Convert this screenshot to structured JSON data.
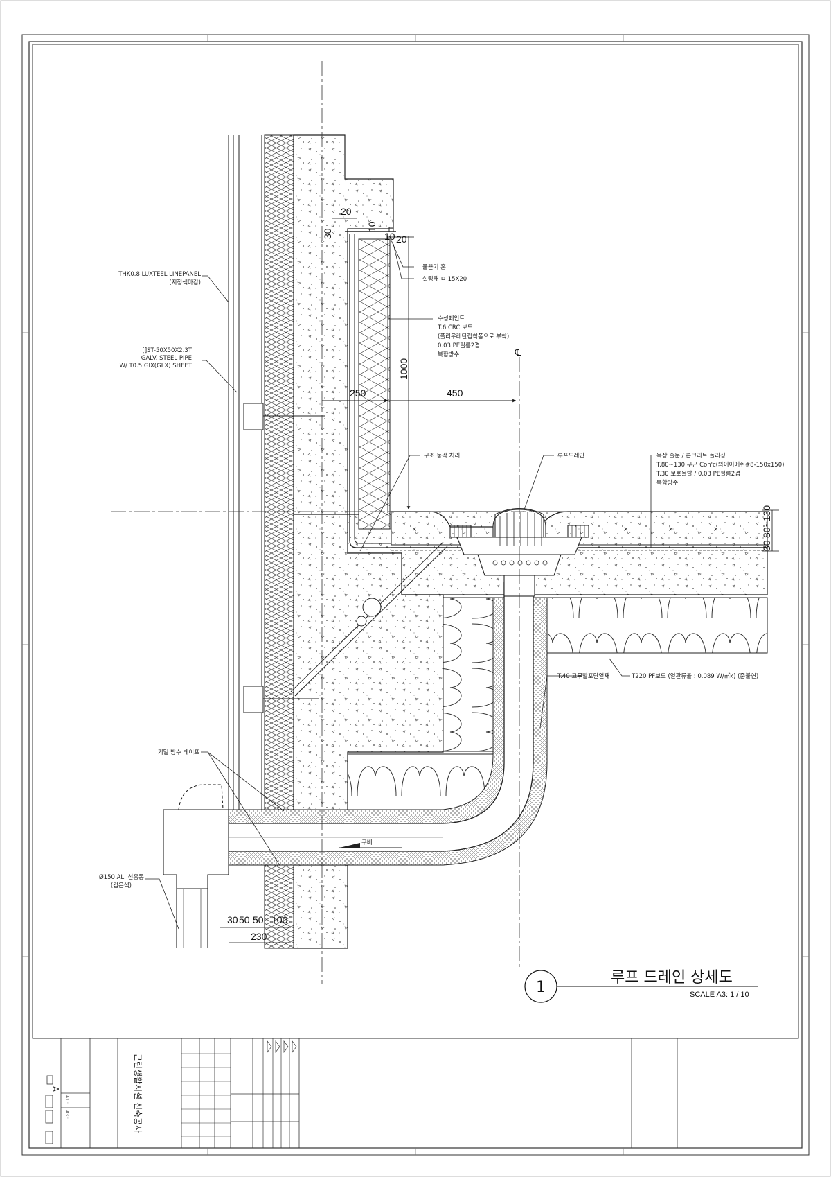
{
  "drawing": {
    "labels": {
      "panel_line1": "THK0.8 LUXTEEL LINEPANEL",
      "panel_line2": "(지정색마감)",
      "pipe_line1": "[]ST-50X50X2.3T",
      "pipe_line2": "GALV. STEEL PIPE",
      "pipe_line3": "W/ T0.5 GIX(GLX) SHEET",
      "drip": "물끈기 홈",
      "sealant": "실링재 ㅁ 15X20",
      "wall_1": "수성페인트",
      "wall_2": "T.6 CRC 보드",
      "wall_3": "(폴리우레탄접착폼으로 부착)",
      "wall_4": "0.03 PE필름2겹",
      "wall_5": "복합방수",
      "corner": "구조 둥각 처리",
      "roof_drain": "루프드레인",
      "roof_1": "옥상 줄눈 / 콘크리트 폴리싱",
      "roof_2": "T.80~130 무근 Con'c(와이어메쉬#8-150x150)",
      "roof_3": "T.30 보호몰탈 / 0.03 PE필름2겹",
      "roof_4": "복합방수",
      "rubber_insul": "T.40 고무발포단열재",
      "pf_board": "T220 PF보드 (열관류율 : 0.089 W/㎡k) (준불연)",
      "tape": "기밀 방수 테이프",
      "gutter_line1": "Ø150 AL. 선홈통",
      "gutter_line2": "(검은색)",
      "slope": "구배"
    },
    "dims": {
      "d20a": "20",
      "d30": "30",
      "d10": "10",
      "d10b": "10",
      "d20b": "20",
      "d1000": "1000",
      "d250": "250",
      "d450": "450",
      "d80_130": "80~130",
      "d30b": "30",
      "d30c": "30",
      "d50a": "50",
      "d50b": "50",
      "d100": "100",
      "d230": "230",
      "cl": "℄"
    },
    "title": {
      "number": "1",
      "text": "루프 드레인 상세도",
      "scale": "SCALE A3:  1 / 10"
    }
  },
  "title_block": {
    "project": "근린생활시설 신축공사",
    "sheet_prefix": "A -",
    "a1": "A1 :",
    "a3": "A3 :"
  }
}
